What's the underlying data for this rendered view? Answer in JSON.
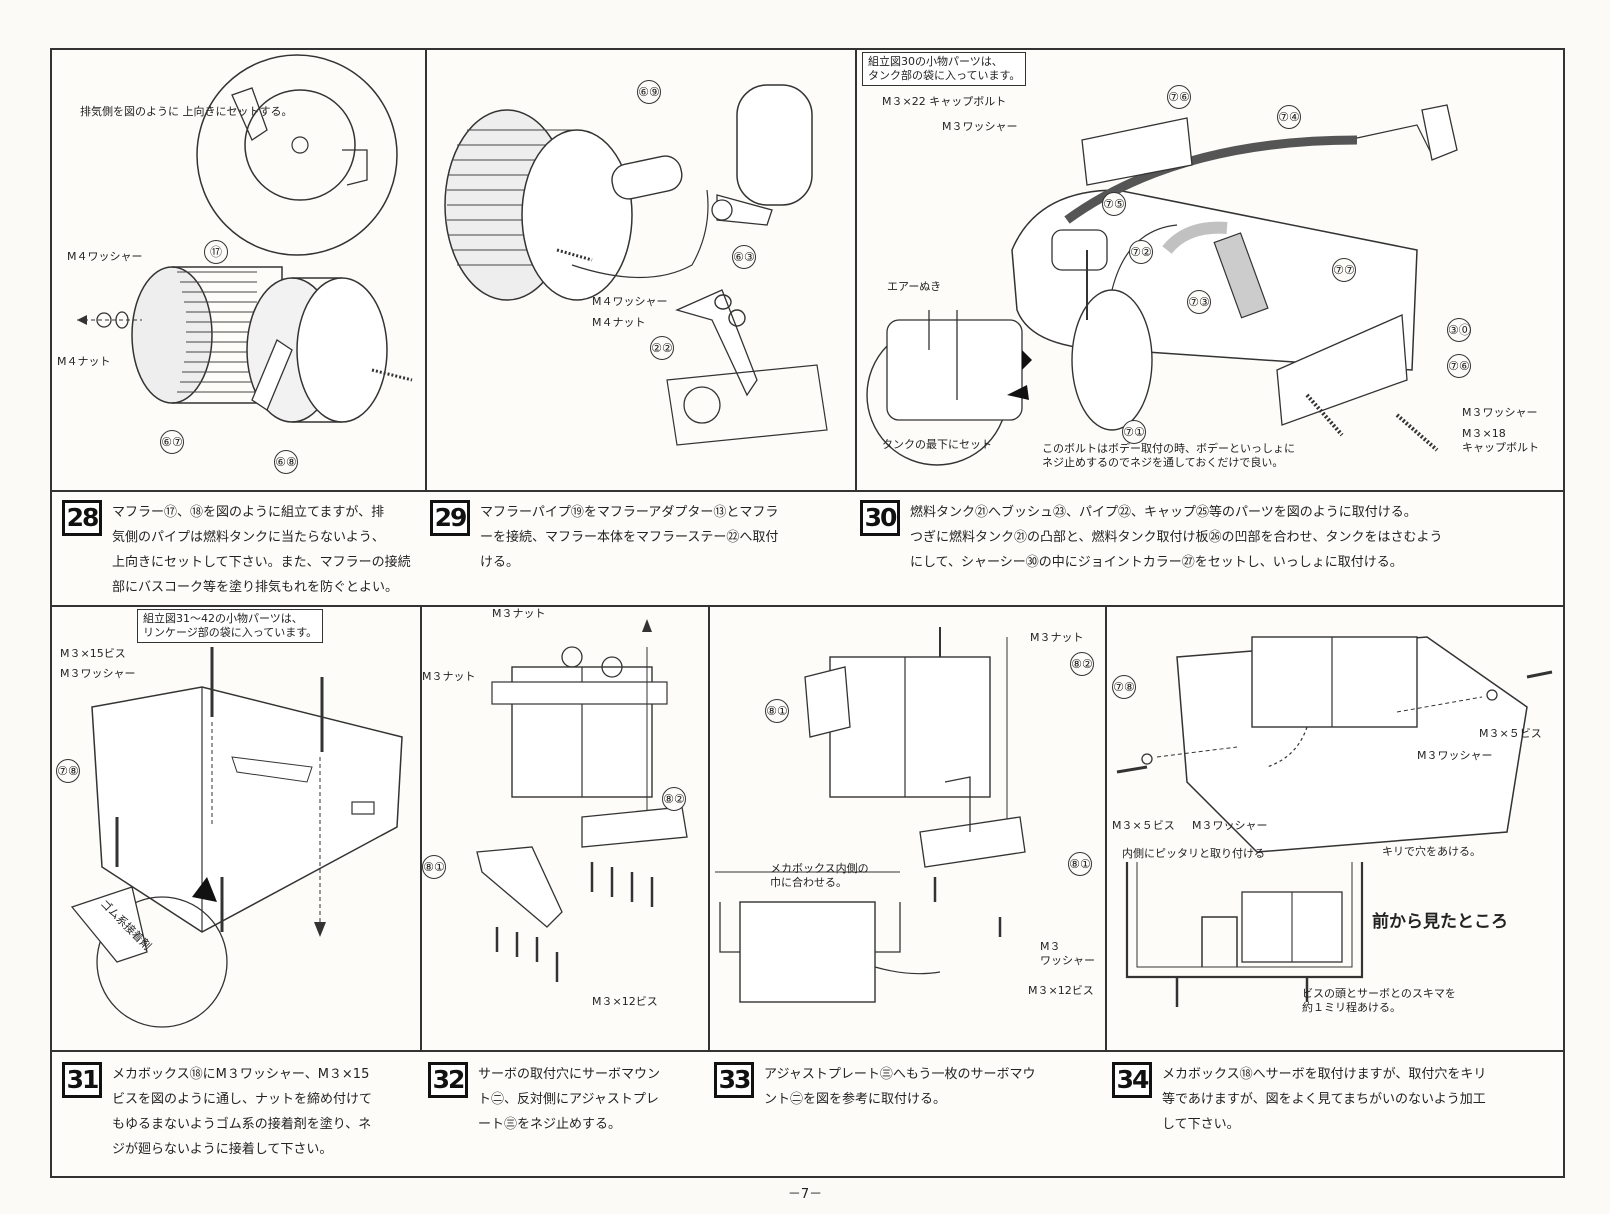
{
  "page_number": "－7－",
  "panels_top": {
    "p28": {
      "note": "排気側を図のように\n上向きにセットする。",
      "labels": [
        "M４ワッシャー",
        "M４ナット"
      ],
      "parts": [
        "⑰",
        "⑥⑦",
        "⑥⑧"
      ]
    },
    "p29": {
      "labels": [
        "M４ワッシャー",
        "M４ナット"
      ],
      "parts": [
        "⑥⑨",
        "⑥③",
        "②②"
      ]
    },
    "p30": {
      "box": "組立図30の小物パーツは、\nタンク部の袋に入っています。",
      "labels": [
        "M３×22 キャップボルト",
        "M３ワッシャー",
        "エアーぬき",
        "タンクの最下にセット",
        "M３ワッシャー",
        "M３×18\nキャップボルト",
        "このボルトはボデー取付の時、ボデーといっしょに\nネジ止めするのでネジを通しておくだけで良い。"
      ],
      "parts": [
        "⑦⑥",
        "⑦④",
        "⑦⑤",
        "⑦②",
        "⑦⑦",
        "⑦③",
        "③⓪",
        "⑦⑥",
        "⑦①"
      ]
    }
  },
  "steps_top": [
    {
      "no": "28",
      "text": "マフラー⑰、⑱を図のように組立てますが、排\n気側のパイプは燃料タンクに当たらないよう、\n上向きにセットして下さい。また、マフラーの接続\n部にバスコーク等を塗り排気もれを防ぐとよい。"
    },
    {
      "no": "29",
      "text": "マフラーパイプ⑲をマフラーアダプター⑬とマフラ\nーを接続、マフラー本体をマフラーステー㉒へ取付\nける。"
    },
    {
      "no": "30",
      "text": "燃料タンク㉑へブッシュ㉓、パイプ㉒、キャップ㉕等のパーツを図のように取付ける。\nつぎに燃料タンク㉑の凸部と、燃料タンク取付け板㉖の凹部を合わせ、タンクをはさむよう\nにして、シャーシー㉚の中にジョイントカラー㉗をセットし、いっしょに取付ける。"
    }
  ],
  "panels_bottom": {
    "p31": {
      "box": "組立図31～42の小物パーツは、\nリンケージ部の袋に入っています。",
      "labels": [
        "M３×15ビス",
        "M３ワッシャー",
        "ゴム系接着剤"
      ],
      "parts": [
        "⑦⑧"
      ]
    },
    "p32": {
      "labels": [
        "M３ナット",
        "M３ナット",
        "M３×12ビス"
      ],
      "parts": [
        "⑧②",
        "⑧①"
      ]
    },
    "p33": {
      "labels": [
        "M３ナット",
        "メカボックス内側の\n巾に合わせる。",
        "M３\nワッシャー",
        "M３×12ビス"
      ],
      "parts": [
        "⑧②",
        "⑧①",
        "⑧①"
      ]
    },
    "p34": {
      "labels": [
        "M３×５ビス",
        "M３ワッシャー",
        "M３×５ビス",
        "M３ワッシャー",
        "内側にピッタリと取り付ける",
        "キリで穴をあける。",
        "ビスの頭とサーボとのスキマを\n約１ミリ程あける。"
      ],
      "title": "前から見たところ",
      "parts": [
        "⑦⑧"
      ]
    }
  },
  "steps_bottom": [
    {
      "no": "31",
      "text": "メカボックス⑱にM３ワッシャー、M３×15\nビスを図のように通し、ナットを締め付けて\nもゆるまないようゴム系の接着剤を塗り、ネ\nジが廻らないように接着して下さい。"
    },
    {
      "no": "32",
      "text": "サーボの取付穴にサーボマウン\nト㊁、反対側にアジャストプレ\nート㊂をネジ止めする。"
    },
    {
      "no": "33",
      "text": "アジャストプレート㊂へもう一枚のサーボマウ\nント㊁を図を参考に取付ける。"
    },
    {
      "no": "34",
      "text": "メカボックス⑱へサーボを取付けますが、取付穴をキリ\n等であけますが、図をよく見てまちがいのないよう加工\nして下さい。"
    }
  ]
}
